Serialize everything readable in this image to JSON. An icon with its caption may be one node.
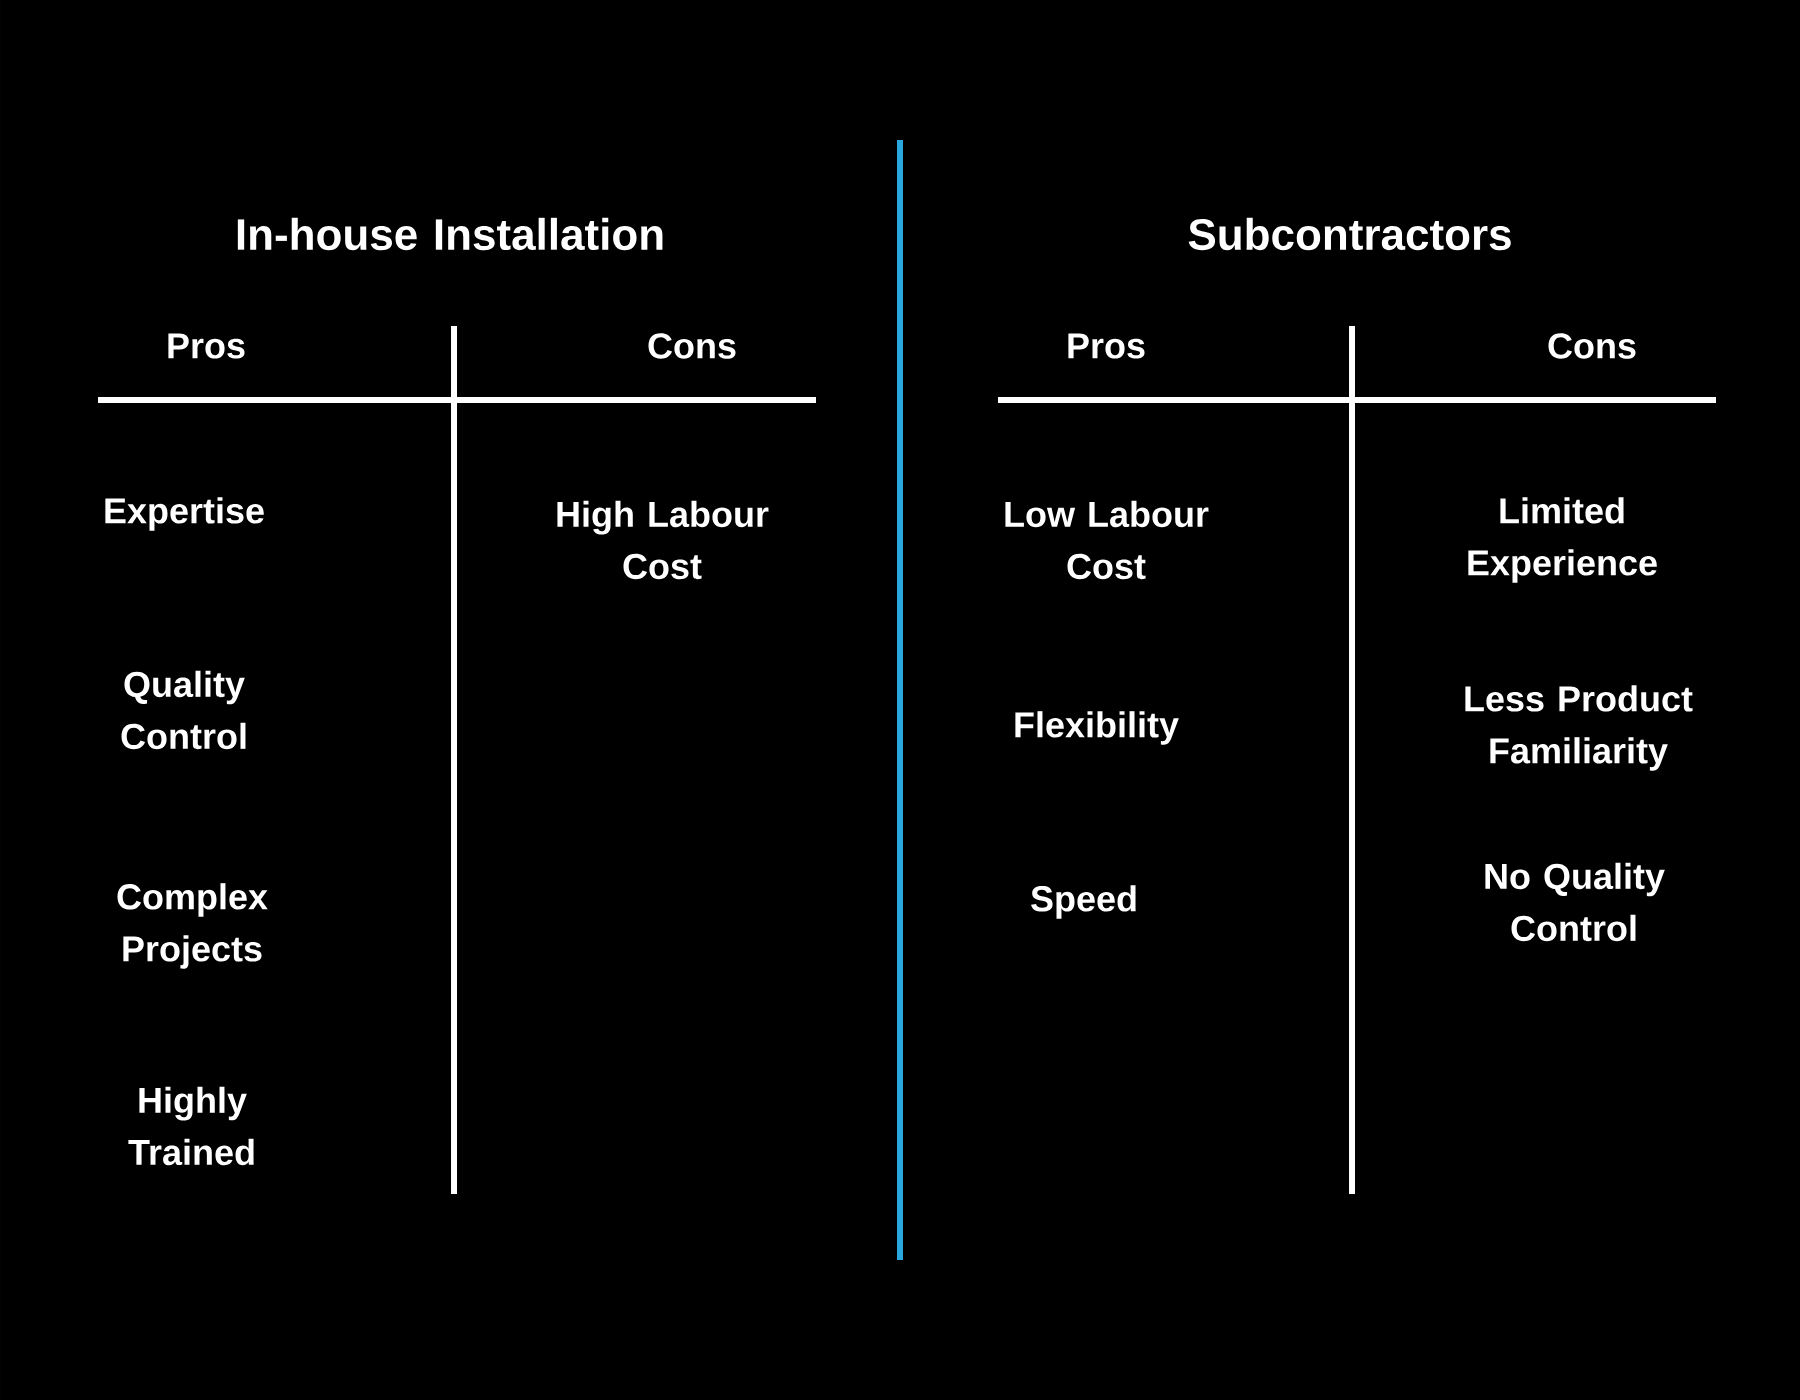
{
  "diagram": {
    "labels": [
      "In-house Installation",
      "Subcontractors",
      "Pros",
      "Cons",
      "Pros",
      "Cons",
      "Expertise",
      "High Labour Cost",
      "Low Labour Cost",
      "Limited Experience",
      "Quality Control",
      "Flexibility",
      "Less Product Familiarity",
      "Complex Projects",
      "Speed",
      "No Quality Control",
      "Highly Trained"
    ]
  }
}
